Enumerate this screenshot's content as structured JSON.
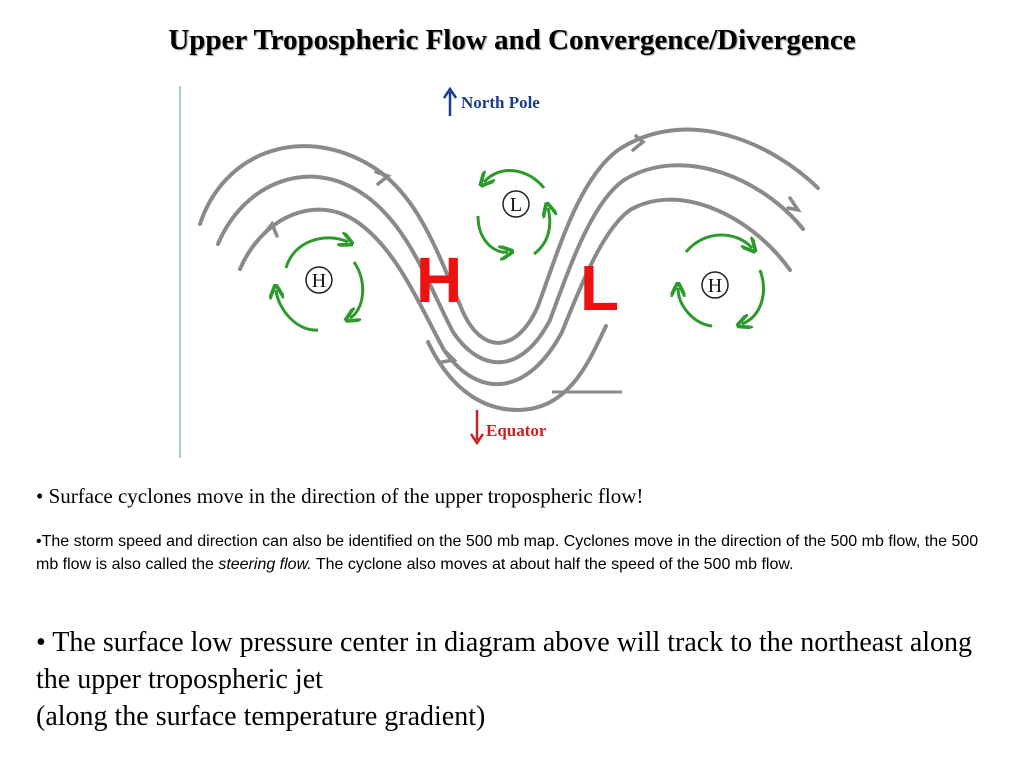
{
  "slide": {
    "title": "Upper Tropospheric Flow and Convergence/Divergence"
  },
  "diagram": {
    "north_label": "North Pole",
    "equator_label": "Equator",
    "big_high": "H",
    "big_low": "L",
    "small_high": "H",
    "small_low": "L",
    "colors": {
      "flow": "#8a8a8a",
      "circulation": "#2e9a2e",
      "big_letters": "#ee1111",
      "labels": "#1a3d8f",
      "north_arrow": "#1a3d8f",
      "equator_arrow": "#cc2222"
    },
    "icons": [
      "north-arrow-icon",
      "equator-arrow-icon"
    ]
  },
  "bullets": {
    "b1": "• Surface cyclones move in the direction of the upper tropospheric flow!",
    "b2_start": "•The storm speed and direction can also be identified on the 500 mb map. Cyclones move in the direction of the 500 mb flow, the 500 mb flow is also called the ",
    "b2_italic": "steering flow.",
    "b2_end": " The cyclone also moves at about half the speed of the 500 mb flow.",
    "b3_line1": "• The surface low pressure center in diagram above will track to the northeast along the upper tropospheric jet",
    "b3_line2": "(along the surface temperature gradient)"
  }
}
